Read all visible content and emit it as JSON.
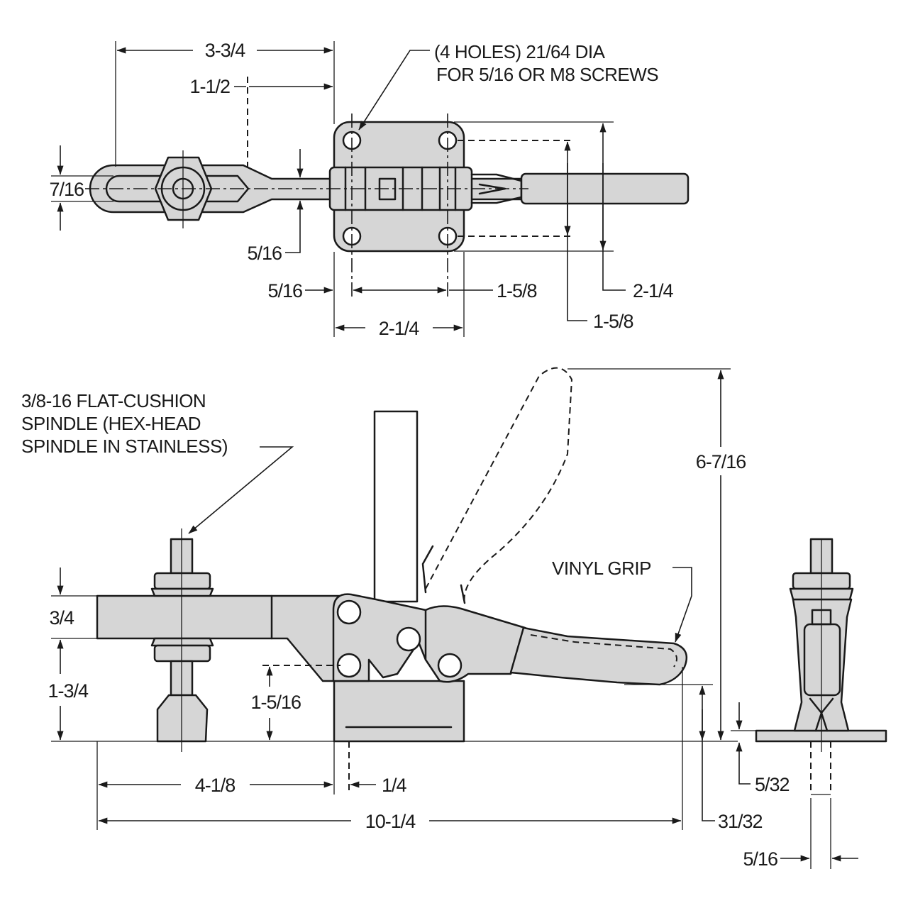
{
  "dimensions": {
    "top_overall_length": "3-3/4",
    "top_pivot_offset": "1-1/2",
    "top_bar_height": "7/16",
    "top_bar_thickness": "5/16",
    "top_hole_edge_offset": "5/16",
    "top_hole_spacing_x": "1-5/8",
    "top_base_width": "2-1/4",
    "top_base_height": "2-1/4",
    "top_hole_spacing_y": "1-5/8",
    "side_bar_height": "3/4",
    "side_bar_elevation": "1-3/4",
    "side_pivot_height": "1-5/16",
    "side_reach": "4-1/8",
    "side_base_offset": "1/4",
    "side_overall_length": "10-1/4",
    "side_handle_height": "31/32",
    "side_max_height": "6-7/16",
    "end_base_thickness": "5/32",
    "end_bar_width": "5/16"
  },
  "notes": {
    "holes": [
      "(4 HOLES) 21/64 DIA",
      "FOR 5/16 OR M8 SCREWS"
    ],
    "spindle": [
      "3/8-16 FLAT-CUSHION",
      "SPINDLE (HEX-HEAD",
      "SPINDLE IN STAINLESS)"
    ],
    "grip": "VINYL GRIP"
  }
}
